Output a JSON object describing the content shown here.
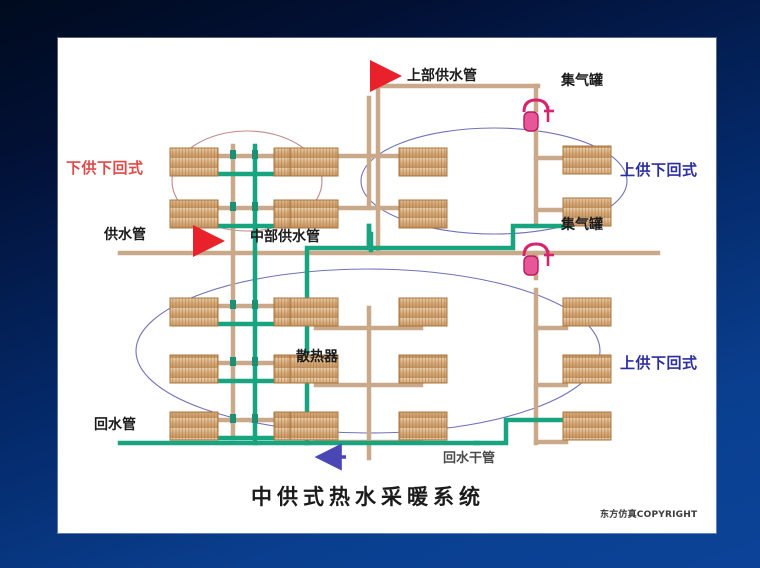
{
  "slide": {
    "background_color": "#042a6b",
    "panel_color": "#ffffff",
    "title": "中供式热水采暖系统",
    "copyright": "东方仿真COPYRIGHT"
  },
  "colors": {
    "supply_pipe": "#c9a98a",
    "return_pipe": "#17a47f",
    "radiator_fill": "#d9b38c",
    "radiator_stroke": "#a9743c",
    "label_red": "#e04a4a",
    "label_blue": "#2b2f9e",
    "label_dark": "#1b1b1b",
    "arrow_red": "#e8212a",
    "arrow_blue": "#4a46b5",
    "ellipse_red": "#c08a8a",
    "ellipse_blue": "#6f73b8",
    "air_tank": "#d6246e"
  },
  "labels": {
    "system_lower_supply_lower_return": "下供下回式",
    "system_upper_supply_lower_return_top": "上供下回式",
    "system_upper_supply_lower_return_bottom": "上供下回式",
    "supply_pipe": "供水管",
    "middle_supply_pipe": "中部供水管",
    "upper_supply_pipe": "上部供水管",
    "air_collector_top": "集气罐",
    "air_collector_middle": "集气罐",
    "radiator": "散热器",
    "return_pipe": "回水管",
    "return_main_pipe": "回水干管"
  },
  "icons": {
    "air_tank": "air-collector-tank-icon",
    "arrow_right": "arrow-right-icon",
    "arrow_left": "arrow-left-icon",
    "valve": "valve-icon"
  },
  "diagram": {
    "type": "schematic",
    "subject": "central-supply hot water heating system",
    "systems": [
      {
        "name": "下供下回式",
        "position": "upper-left",
        "risers": 2,
        "floors": 2,
        "highlight": "#c08a8a"
      },
      {
        "name": "上供下回式",
        "position": "upper-right",
        "risers": 3,
        "floors": 2,
        "highlight": "#6f73b8"
      },
      {
        "name": "上供下回式",
        "position": "lower-right",
        "risers": 3,
        "floors": 3,
        "highlight": "#6f73b8"
      },
      {
        "name": "散热器组",
        "position": "lower-left",
        "risers": 2,
        "floors": 3,
        "highlight": "#6f73b8"
      }
    ],
    "mains": [
      {
        "name": "供水管",
        "color": "#c9a98a",
        "flow": "right"
      },
      {
        "name": "回水管",
        "color": "#17a47f",
        "flow": "left"
      }
    ]
  }
}
